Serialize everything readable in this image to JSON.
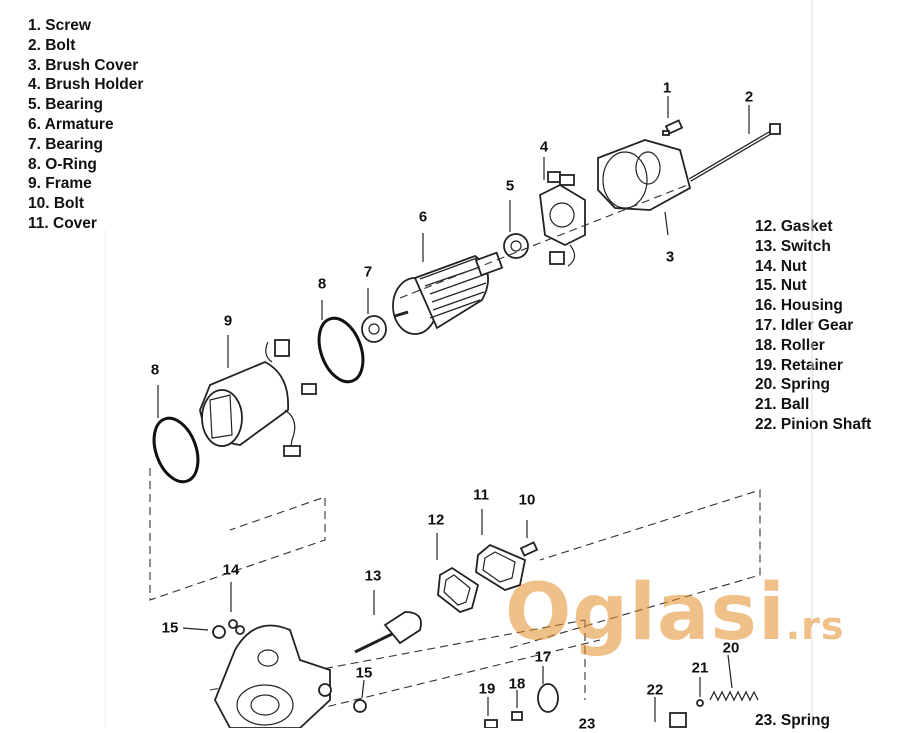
{
  "legend_left": [
    "1. Screw",
    "2. Bolt",
    "3. Brush Cover",
    "4. Brush Holder",
    "5. Bearing",
    "6. Armature",
    "7. Bearing",
    "8. O-Ring",
    "9. Frame",
    "10. Bolt",
    "11. Cover"
  ],
  "legend_right": [
    "12. Gasket",
    "13. Switch",
    "14. Nut",
    "15. Nut",
    "16. Housing",
    "17. Idler Gear",
    "18. Roller",
    "19. Retainer",
    "20. Spring",
    "21. Ball",
    "22. Pinion Shaft"
  ],
  "legend_bottom": "23. Spring",
  "callouts": {
    "c1": "1",
    "c2": "2",
    "c3": "3",
    "c4": "4",
    "c5": "5",
    "c6": "6",
    "c7": "7",
    "c8a": "8",
    "c8b": "8",
    "c9": "9",
    "c10": "10",
    "c11": "11",
    "c12": "12",
    "c13": "13",
    "c14": "14",
    "c15a": "15",
    "c15b": "15",
    "c17": "17",
    "c18": "18",
    "c19": "19",
    "c20": "20",
    "c21": "21",
    "c22": "22",
    "c23": "23"
  },
  "watermark": {
    "brand": "Oglasi",
    "suffix": ".rs",
    "color": "#e48c28"
  }
}
